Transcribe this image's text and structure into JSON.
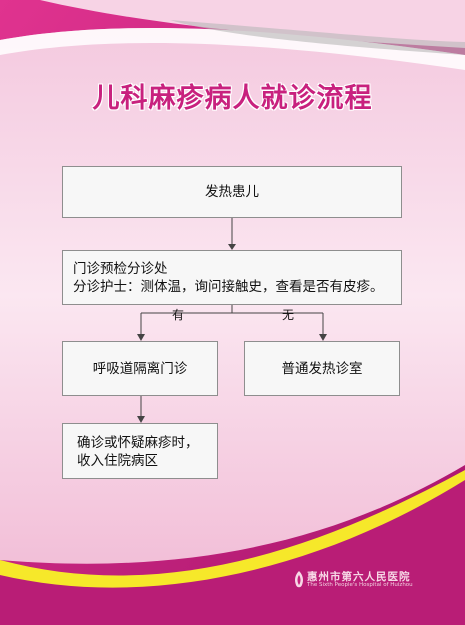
{
  "title": "儿科麻疹病人就诊流程",
  "nodes": {
    "fever": "发热患儿",
    "triage_line1": "门诊预检分诊处",
    "triage_line2": "分诊护士：测体温，询问接触史，查看是否有皮疹。",
    "isolation": "呼吸道隔离门诊",
    "general": "普通发热诊室",
    "admit_line1": "确诊或怀疑麻疹时，",
    "admit_line2": "收入住院病区"
  },
  "branch_labels": {
    "yes": "有",
    "no": "无"
  },
  "hospital": {
    "name_cn": "惠州市第六人民医院",
    "name_en": "The Sixth People's Hospital of Huizhou"
  },
  "colors": {
    "magenta": "#c8217e",
    "pink": "#f2c4db",
    "yellow": "#f6e82a"
  }
}
